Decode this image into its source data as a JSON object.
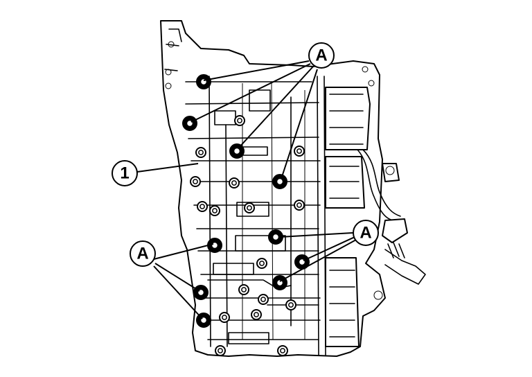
{
  "callouts": {
    "a_label": "A",
    "one_label": "1"
  },
  "icons": {
    "bolt": "bolt-icon",
    "drawing": "control-valve-body-drawing"
  },
  "colors": {
    "ink": "#000000",
    "background": "#ffffff"
  }
}
